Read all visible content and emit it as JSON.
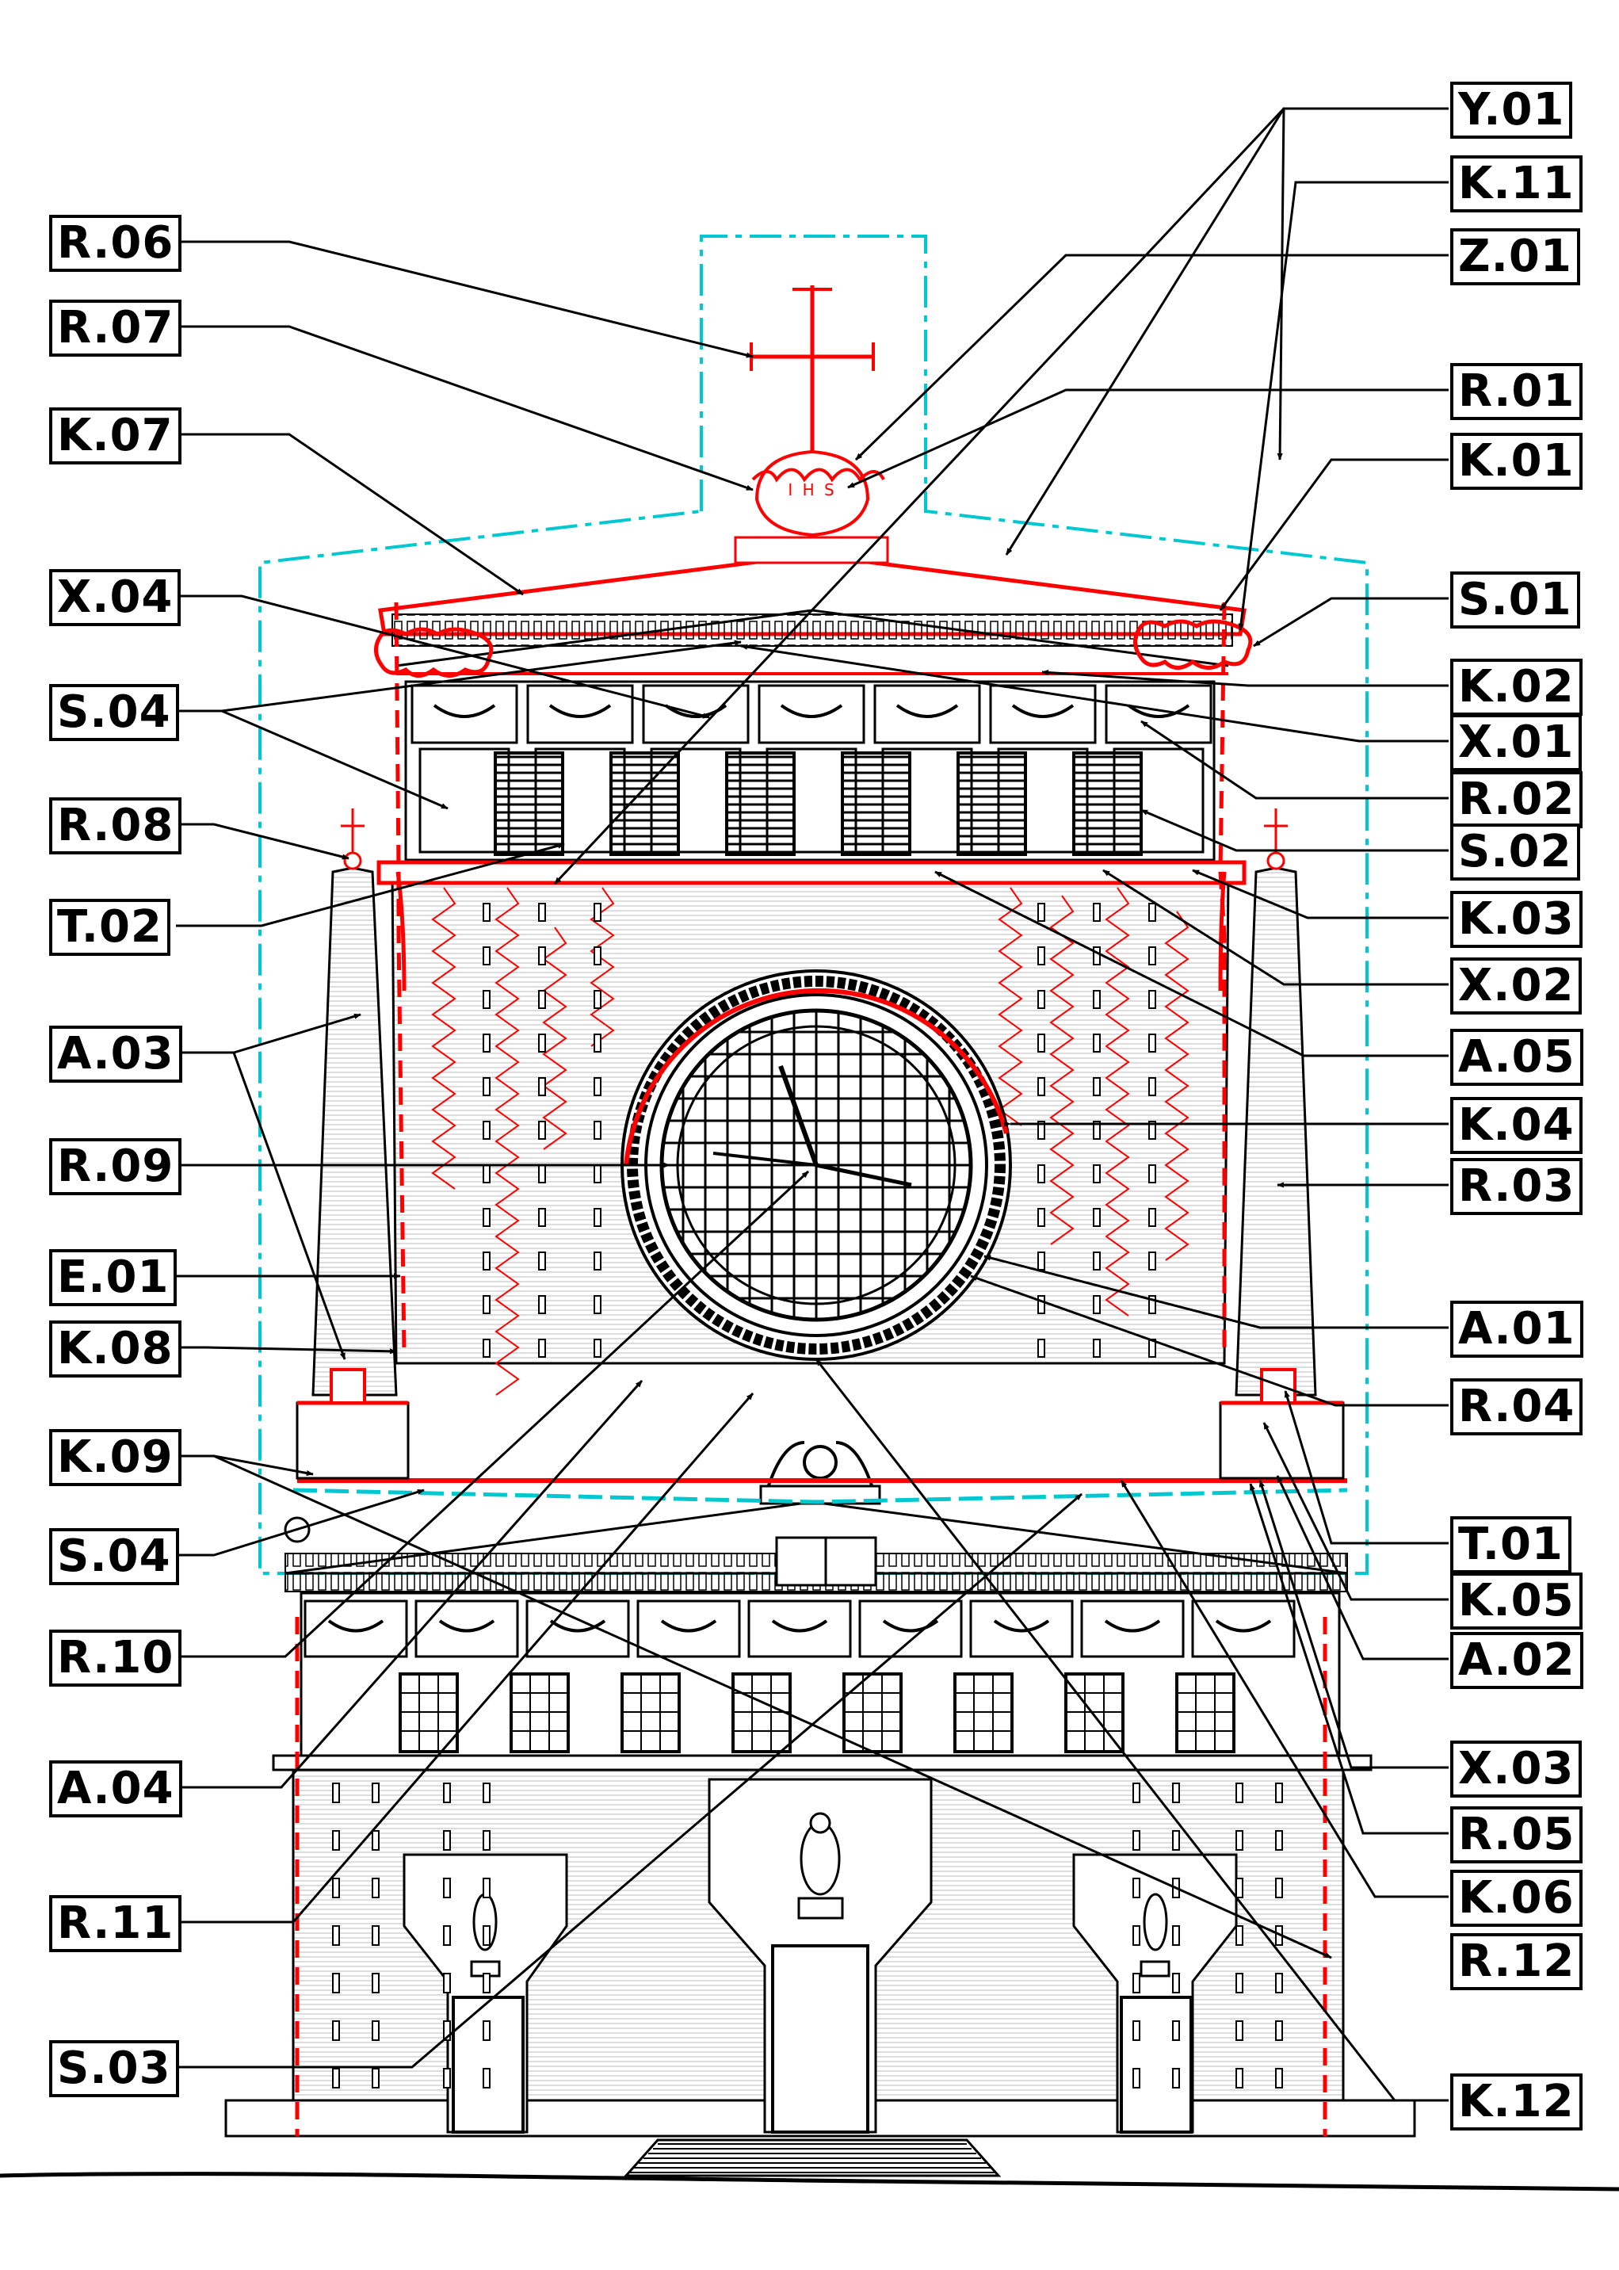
{
  "labels_left": [
    "R.06",
    "R.07",
    "K.07",
    "X.04",
    "S.04",
    "R.08",
    "T.02",
    "A.03",
    "R.09",
    "E.01",
    "K.08",
    "K.09",
    "S.04",
    "R.10",
    "A.04",
    "R.11",
    "S.03"
  ],
  "labels_right": [
    "Y.01",
    "K.11",
    "Z.01",
    "R.01",
    "K.01",
    "S.01",
    "K.02",
    "X.01",
    "R.02",
    "S.02",
    "K.03",
    "X.02",
    "A.05",
    "K.04",
    "R.03",
    "A.01",
    "R.04",
    "T.01",
    "K.05",
    "A.02",
    "X.03",
    "R.05",
    "K.06",
    "R.12",
    "K.12"
  ],
  "monogram": "I H S",
  "colors": {
    "line": "#000000",
    "markup": "#ff0000",
    "boundary": "#00c8d0"
  }
}
